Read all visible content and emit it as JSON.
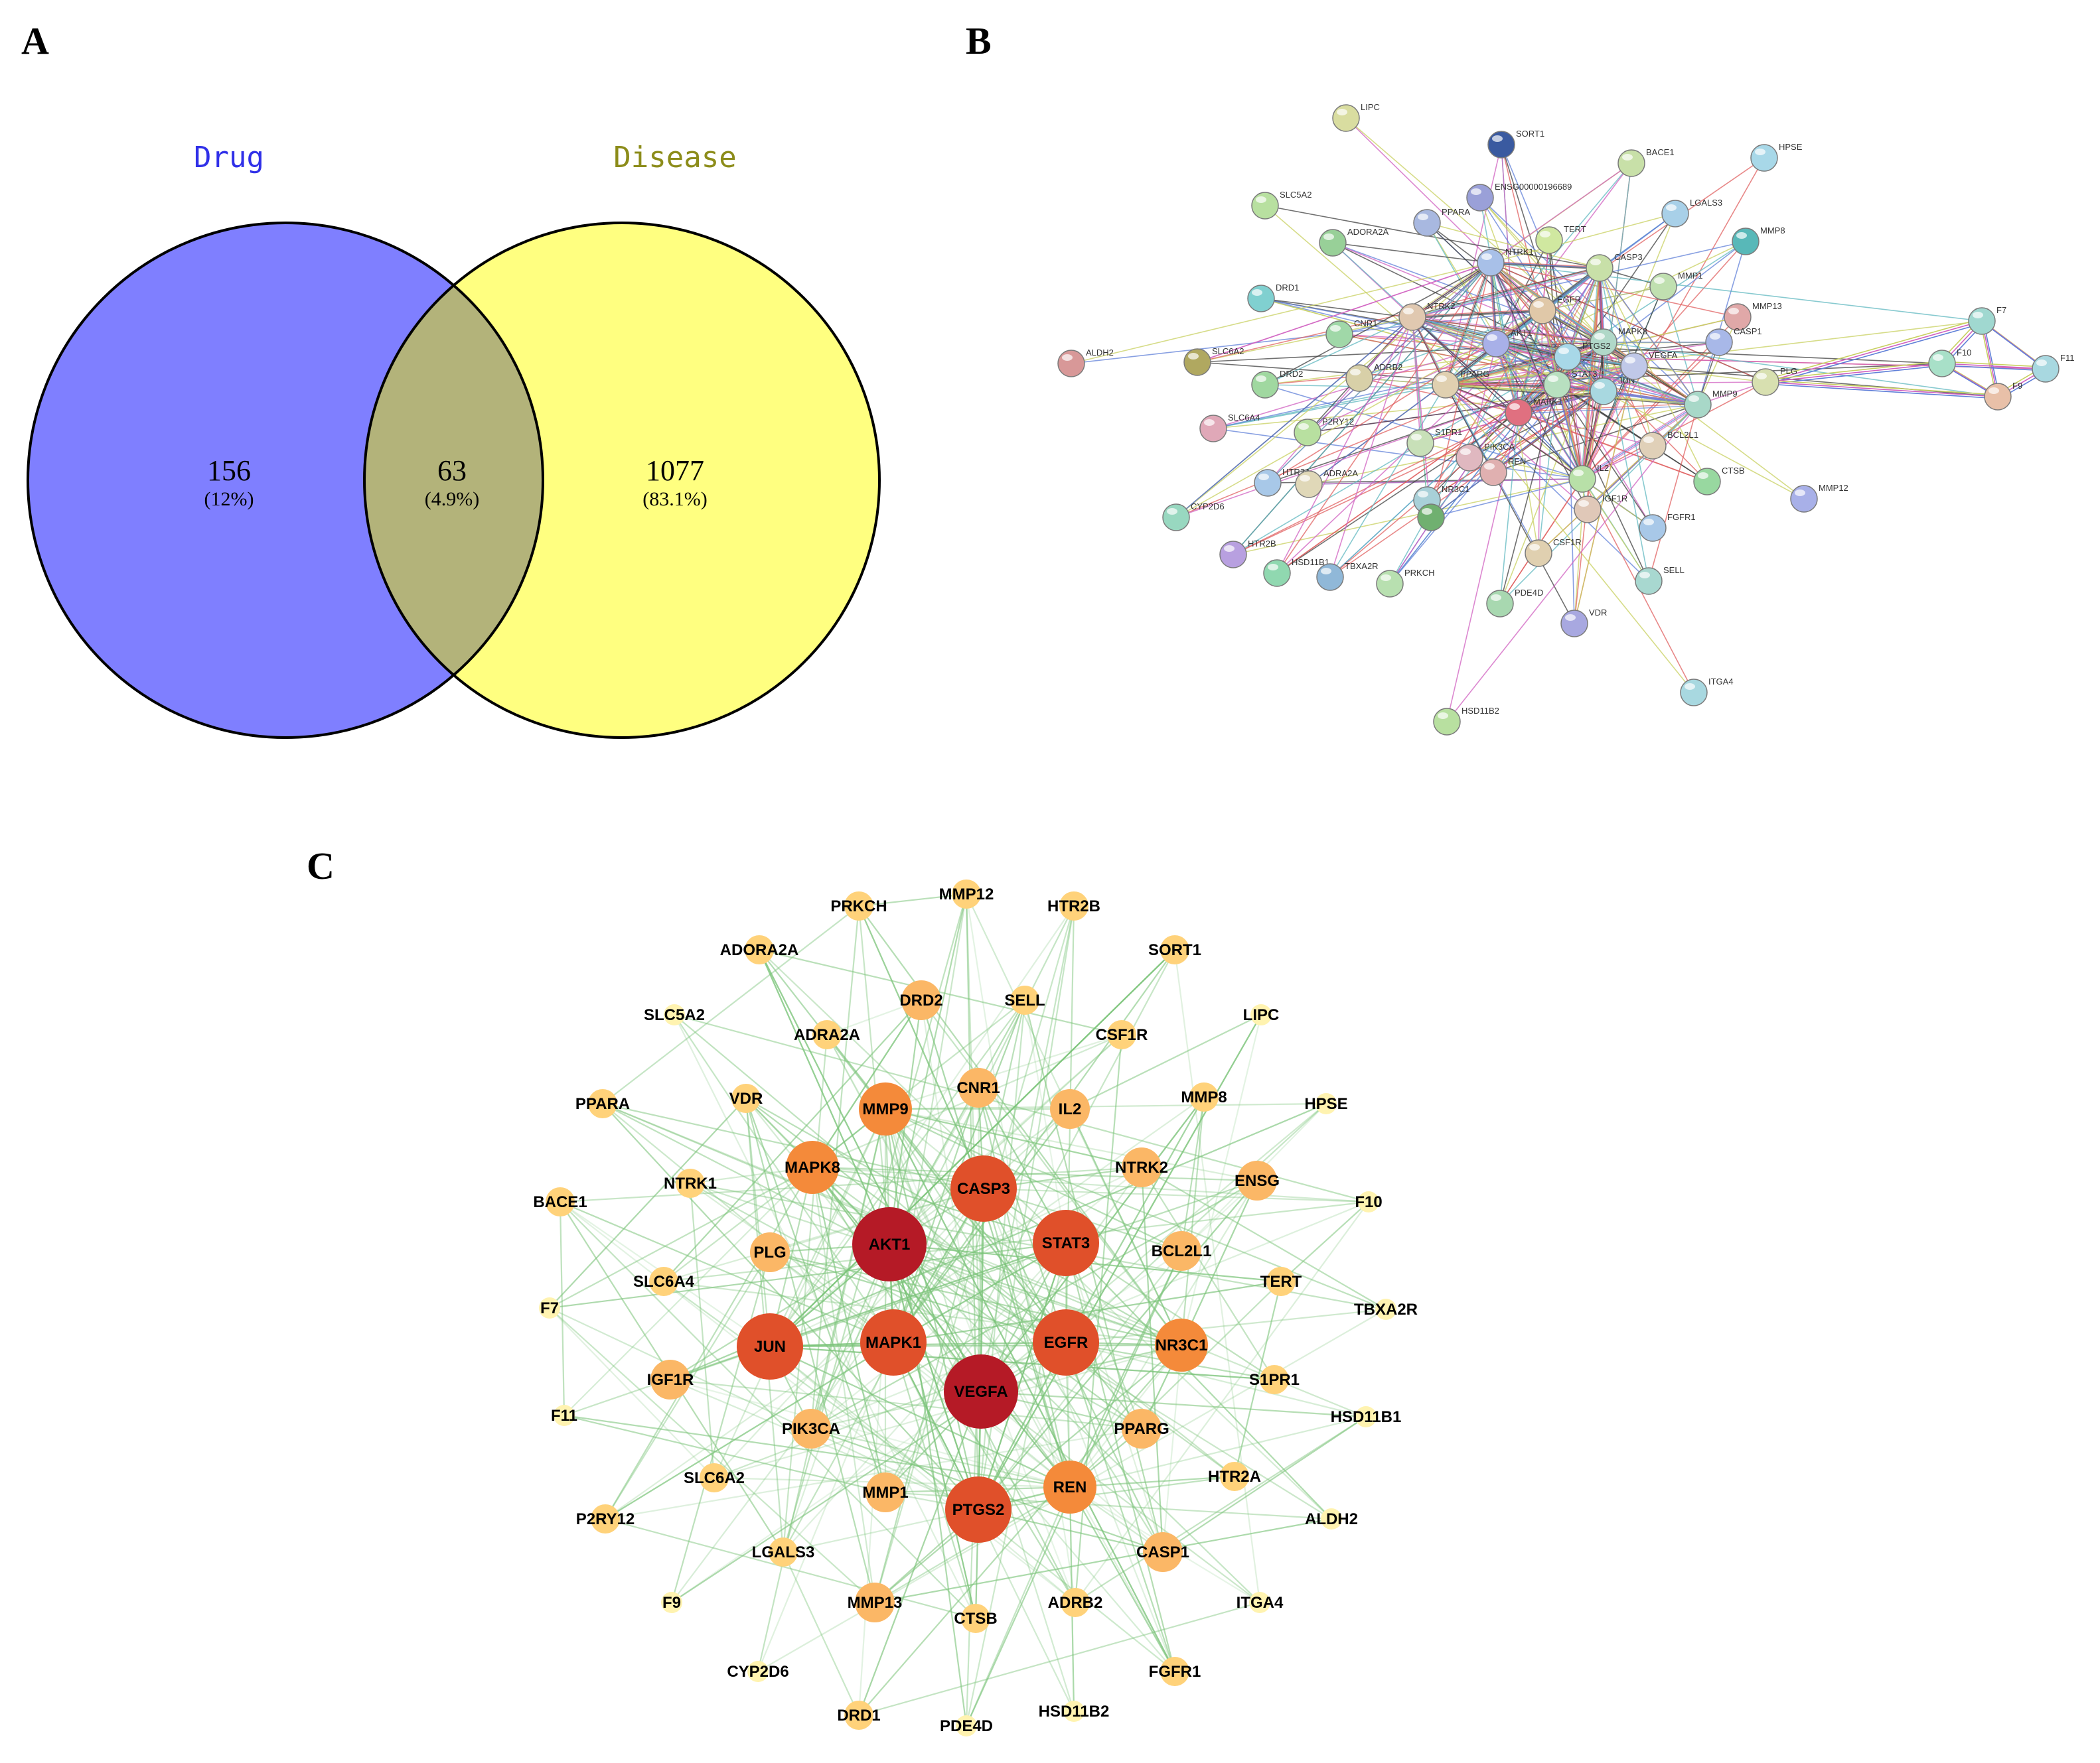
{
  "panels": {
    "a": "A",
    "b": "B",
    "c": "C"
  },
  "venn": {
    "left": {
      "title": "Drug",
      "count": "156",
      "pct": "(12%)",
      "color": "#7f7fff",
      "title_color": "#3030e8"
    },
    "overlap": {
      "count": "63",
      "pct": "(4.9%)",
      "color": "#b3b37a"
    },
    "right": {
      "title": "Disease",
      "count": "1077",
      "pct": "(83.1%)",
      "color": "#ffff80",
      "title_color": "#8c8c1a"
    }
  },
  "string_net": {
    "nodes": [
      {
        "id": "LIPC",
        "color": "#d9dda0"
      },
      {
        "id": "SORT1",
        "color": "#3a5aa0"
      },
      {
        "id": "ENSG00000196689",
        "color": "#9aa0d8"
      },
      {
        "id": "BACE1",
        "color": "#c8e0a8"
      },
      {
        "id": "HPSE",
        "color": "#a8d8e8"
      },
      {
        "id": "SLC5A2",
        "color": "#b8e0a0"
      },
      {
        "id": "PPARA",
        "color": "#a8b8e0"
      },
      {
        "id": "TERT",
        "color": "#d0e8a0"
      },
      {
        "id": "LGALS3",
        "color": "#a8d0e8"
      },
      {
        "id": "MMP8",
        "color": "#58b8b8"
      },
      {
        "id": "ADORA2A",
        "color": "#98d098"
      },
      {
        "id": "NTRK1",
        "color": "#a8c0e8"
      },
      {
        "id": "CASP3",
        "color": "#c8e0a8"
      },
      {
        "id": "DRD1",
        "color": "#80d0d0"
      },
      {
        "id": "MMP1",
        "color": "#c0e0b0"
      },
      {
        "id": "MMP13",
        "color": "#e0a8a8"
      },
      {
        "id": "EGFR",
        "color": "#e0c8a8"
      },
      {
        "id": "NTRK2",
        "color": "#e0c8b0"
      },
      {
        "id": "MAPK8",
        "color": "#b0d8c8"
      },
      {
        "id": "CASP1",
        "color": "#a8b8e8"
      },
      {
        "id": "CNR1",
        "color": "#a0d8a8"
      },
      {
        "id": "AKT1",
        "color": "#a8b0e8"
      },
      {
        "id": "PTGS2",
        "color": "#a8d8e8"
      },
      {
        "id": "F7",
        "color": "#a0d8d0"
      },
      {
        "id": "ALDH2",
        "color": "#d89898"
      },
      {
        "id": "SLC6A2",
        "color": "#b0a860"
      },
      {
        "id": "DRD2",
        "color": "#a0d8a0"
      },
      {
        "id": "ADRB2",
        "color": "#d8d0a8"
      },
      {
        "id": "PPARG",
        "color": "#e0d0b0"
      },
      {
        "id": "STAT3",
        "color": "#b8e0c0"
      },
      {
        "id": "JUN",
        "color": "#a8d8e0"
      },
      {
        "id": "VEGFA",
        "color": "#c0c8e8"
      },
      {
        "id": "MMP9",
        "color": "#a8d8c8"
      },
      {
        "id": "PLG",
        "color": "#d8e0b0"
      },
      {
        "id": "F10",
        "color": "#a8e0c8"
      },
      {
        "id": "F11",
        "color": "#a8d8e0"
      },
      {
        "id": "F9",
        "color": "#e8c0a8"
      },
      {
        "id": "SLC6A4",
        "color": "#e0a8b8"
      },
      {
        "id": "MAPK1",
        "color": "#e07080"
      },
      {
        "id": "P2RY12",
        "color": "#b8e0a0"
      },
      {
        "id": "S1PR1",
        "color": "#c8e0b8"
      },
      {
        "id": "PIK3CA",
        "color": "#e0b8c0"
      },
      {
        "id": "BCL2L1",
        "color": "#e0d0b8"
      },
      {
        "id": "HTR2A",
        "color": "#a8c8e8"
      },
      {
        "id": "ADRA2A",
        "color": "#e0d8b8"
      },
      {
        "id": "REN",
        "color": "#e0b0b0"
      },
      {
        "id": "IL2",
        "color": "#b8e0a8"
      },
      {
        "id": "CTSB",
        "color": "#98d8a0"
      },
      {
        "id": "CYP2D6",
        "color": "#98d8c0"
      },
      {
        "id": "NR3C1",
        "color": "#a8d0d8"
      },
      {
        "id": "IGF1R",
        "color": "#e0c8b8"
      },
      {
        "id": "MMP12",
        "color": "#a8b0e8"
      },
      {
        "id": "HTR2B",
        "color": "#b8a0e0"
      },
      {
        "id": "HSD11B1",
        "color": "#90d8b0"
      },
      {
        "id": "TBXA2R",
        "color": "#90b8d8"
      },
      {
        "id": "PRKCH",
        "color": "#b8e0b0"
      },
      {
        "id": "CSF1R",
        "color": "#e0d0b0"
      },
      {
        "id": "FGFR1",
        "color": "#a8c8e8"
      },
      {
        "id": "SELL",
        "color": "#a8d8d0"
      },
      {
        "id": "PDE4D",
        "color": "#a8d8b0"
      },
      {
        "id": "VDR",
        "color": "#a8a8e0"
      },
      {
        "id": "ITGA4",
        "color": "#a8d8e0"
      },
      {
        "id": "HSD11B2",
        "color": "#b8e0a0"
      },
      {
        "id": "TOP_CENTER",
        "color": "#70b070"
      }
    ]
  },
  "degree_net": {
    "nodes": [
      {
        "id": "PRKCH",
        "tier": 1
      },
      {
        "id": "MMP12",
        "tier": 1
      },
      {
        "id": "HTR2B",
        "tier": 1
      },
      {
        "id": "ADORA2A",
        "tier": 1
      },
      {
        "id": "SORT1",
        "tier": 1
      },
      {
        "id": "DRD2",
        "tier": 2
      },
      {
        "id": "SELL",
        "tier": 1
      },
      {
        "id": "SLC5A2",
        "tier": 0
      },
      {
        "id": "ADRA2A",
        "tier": 1
      },
      {
        "id": "CSF1R",
        "tier": 1
      },
      {
        "id": "LIPC",
        "tier": 0
      },
      {
        "id": "PPARA",
        "tier": 1
      },
      {
        "id": "VDR",
        "tier": 1
      },
      {
        "id": "MMP9",
        "tier": 3
      },
      {
        "id": "CNR1",
        "tier": 2
      },
      {
        "id": "IL2",
        "tier": 2
      },
      {
        "id": "MMP8",
        "tier": 1
      },
      {
        "id": "HPSE",
        "tier": 0
      },
      {
        "id": "MAPK8",
        "tier": 3
      },
      {
        "id": "CASP3",
        "tier": 4
      },
      {
        "id": "NTRK1",
        "tier": 1
      },
      {
        "id": "NTRK2",
        "tier": 2
      },
      {
        "id": "ENSG",
        "tier": 2
      },
      {
        "id": "BACE1",
        "tier": 1
      },
      {
        "id": "F10",
        "tier": 0
      },
      {
        "id": "AKT1",
        "tier": 5
      },
      {
        "id": "STAT3",
        "tier": 4
      },
      {
        "id": "PLG",
        "tier": 2
      },
      {
        "id": "BCL2L1",
        "tier": 2
      },
      {
        "id": "SLC6A4",
        "tier": 1
      },
      {
        "id": "TERT",
        "tier": 1
      },
      {
        "id": "F7",
        "tier": 0
      },
      {
        "id": "TBXA2R",
        "tier": 0
      },
      {
        "id": "JUN",
        "tier": 4
      },
      {
        "id": "MAPK1",
        "tier": 4
      },
      {
        "id": "EGFR",
        "tier": 4
      },
      {
        "id": "NR3C1",
        "tier": 3
      },
      {
        "id": "IGF1R",
        "tier": 2
      },
      {
        "id": "S1PR1",
        "tier": 1
      },
      {
        "id": "VEGFA",
        "tier": 5
      },
      {
        "id": "F11",
        "tier": 0
      },
      {
        "id": "HSD11B1",
        "tier": 0
      },
      {
        "id": "PIK3CA",
        "tier": 2
      },
      {
        "id": "PPARG",
        "tier": 2
      },
      {
        "id": "SLC6A2",
        "tier": 1
      },
      {
        "id": "HTR2A",
        "tier": 1
      },
      {
        "id": "MMP1",
        "tier": 2
      },
      {
        "id": "REN",
        "tier": 3
      },
      {
        "id": "PTGS2",
        "tier": 4
      },
      {
        "id": "P2RY12",
        "tier": 1
      },
      {
        "id": "ALDH2",
        "tier": 0
      },
      {
        "id": "LGALS3",
        "tier": 1
      },
      {
        "id": "CASP1",
        "tier": 2
      },
      {
        "id": "F9",
        "tier": 0
      },
      {
        "id": "ITGA4",
        "tier": 0
      },
      {
        "id": "MMP13",
        "tier": 2
      },
      {
        "id": "CTSB",
        "tier": 1
      },
      {
        "id": "ADRB2",
        "tier": 1
      },
      {
        "id": "CYP2D6",
        "tier": 0
      },
      {
        "id": "FGFR1",
        "tier": 1
      },
      {
        "id": "DRD1",
        "tier": 1
      },
      {
        "id": "HSD11B2",
        "tier": 0
      },
      {
        "id": "PDE4D",
        "tier": 0
      }
    ]
  },
  "colors": {
    "edge_string": [
      "#c8d060",
      "#d060c0",
      "#6080d8",
      "#404040",
      "#60b8c0",
      "#e06060"
    ],
    "edge_degree": "#7cc47a",
    "tier": [
      "#fff3b0",
      "#ffd27a",
      "#fbb766",
      "#f48a3a",
      "#e0502a",
      "#b51a26"
    ]
  }
}
